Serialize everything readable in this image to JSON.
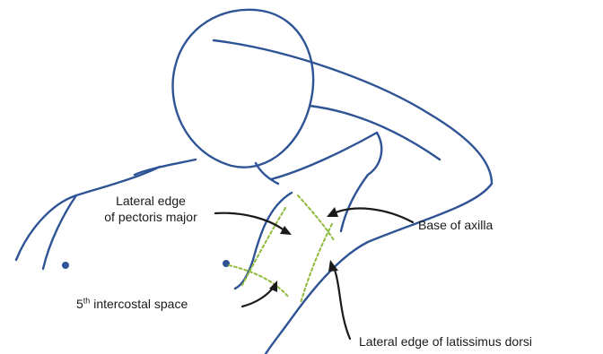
{
  "labels": {
    "pectoralis_line1": "Lateral edge",
    "pectoralis_line2": "of pectoris major",
    "axilla_base": "Base of axilla",
    "intercostal_number": "5",
    "intercostal_suffix": "th",
    "intercostal_rest": " intercostal space",
    "latissimus": "Lateral edge of latissimus dorsi"
  },
  "colors": {
    "outline": "#2f5496",
    "safety_zone": "#8dbb3c",
    "arrows": "#1a1a1a"
  }
}
